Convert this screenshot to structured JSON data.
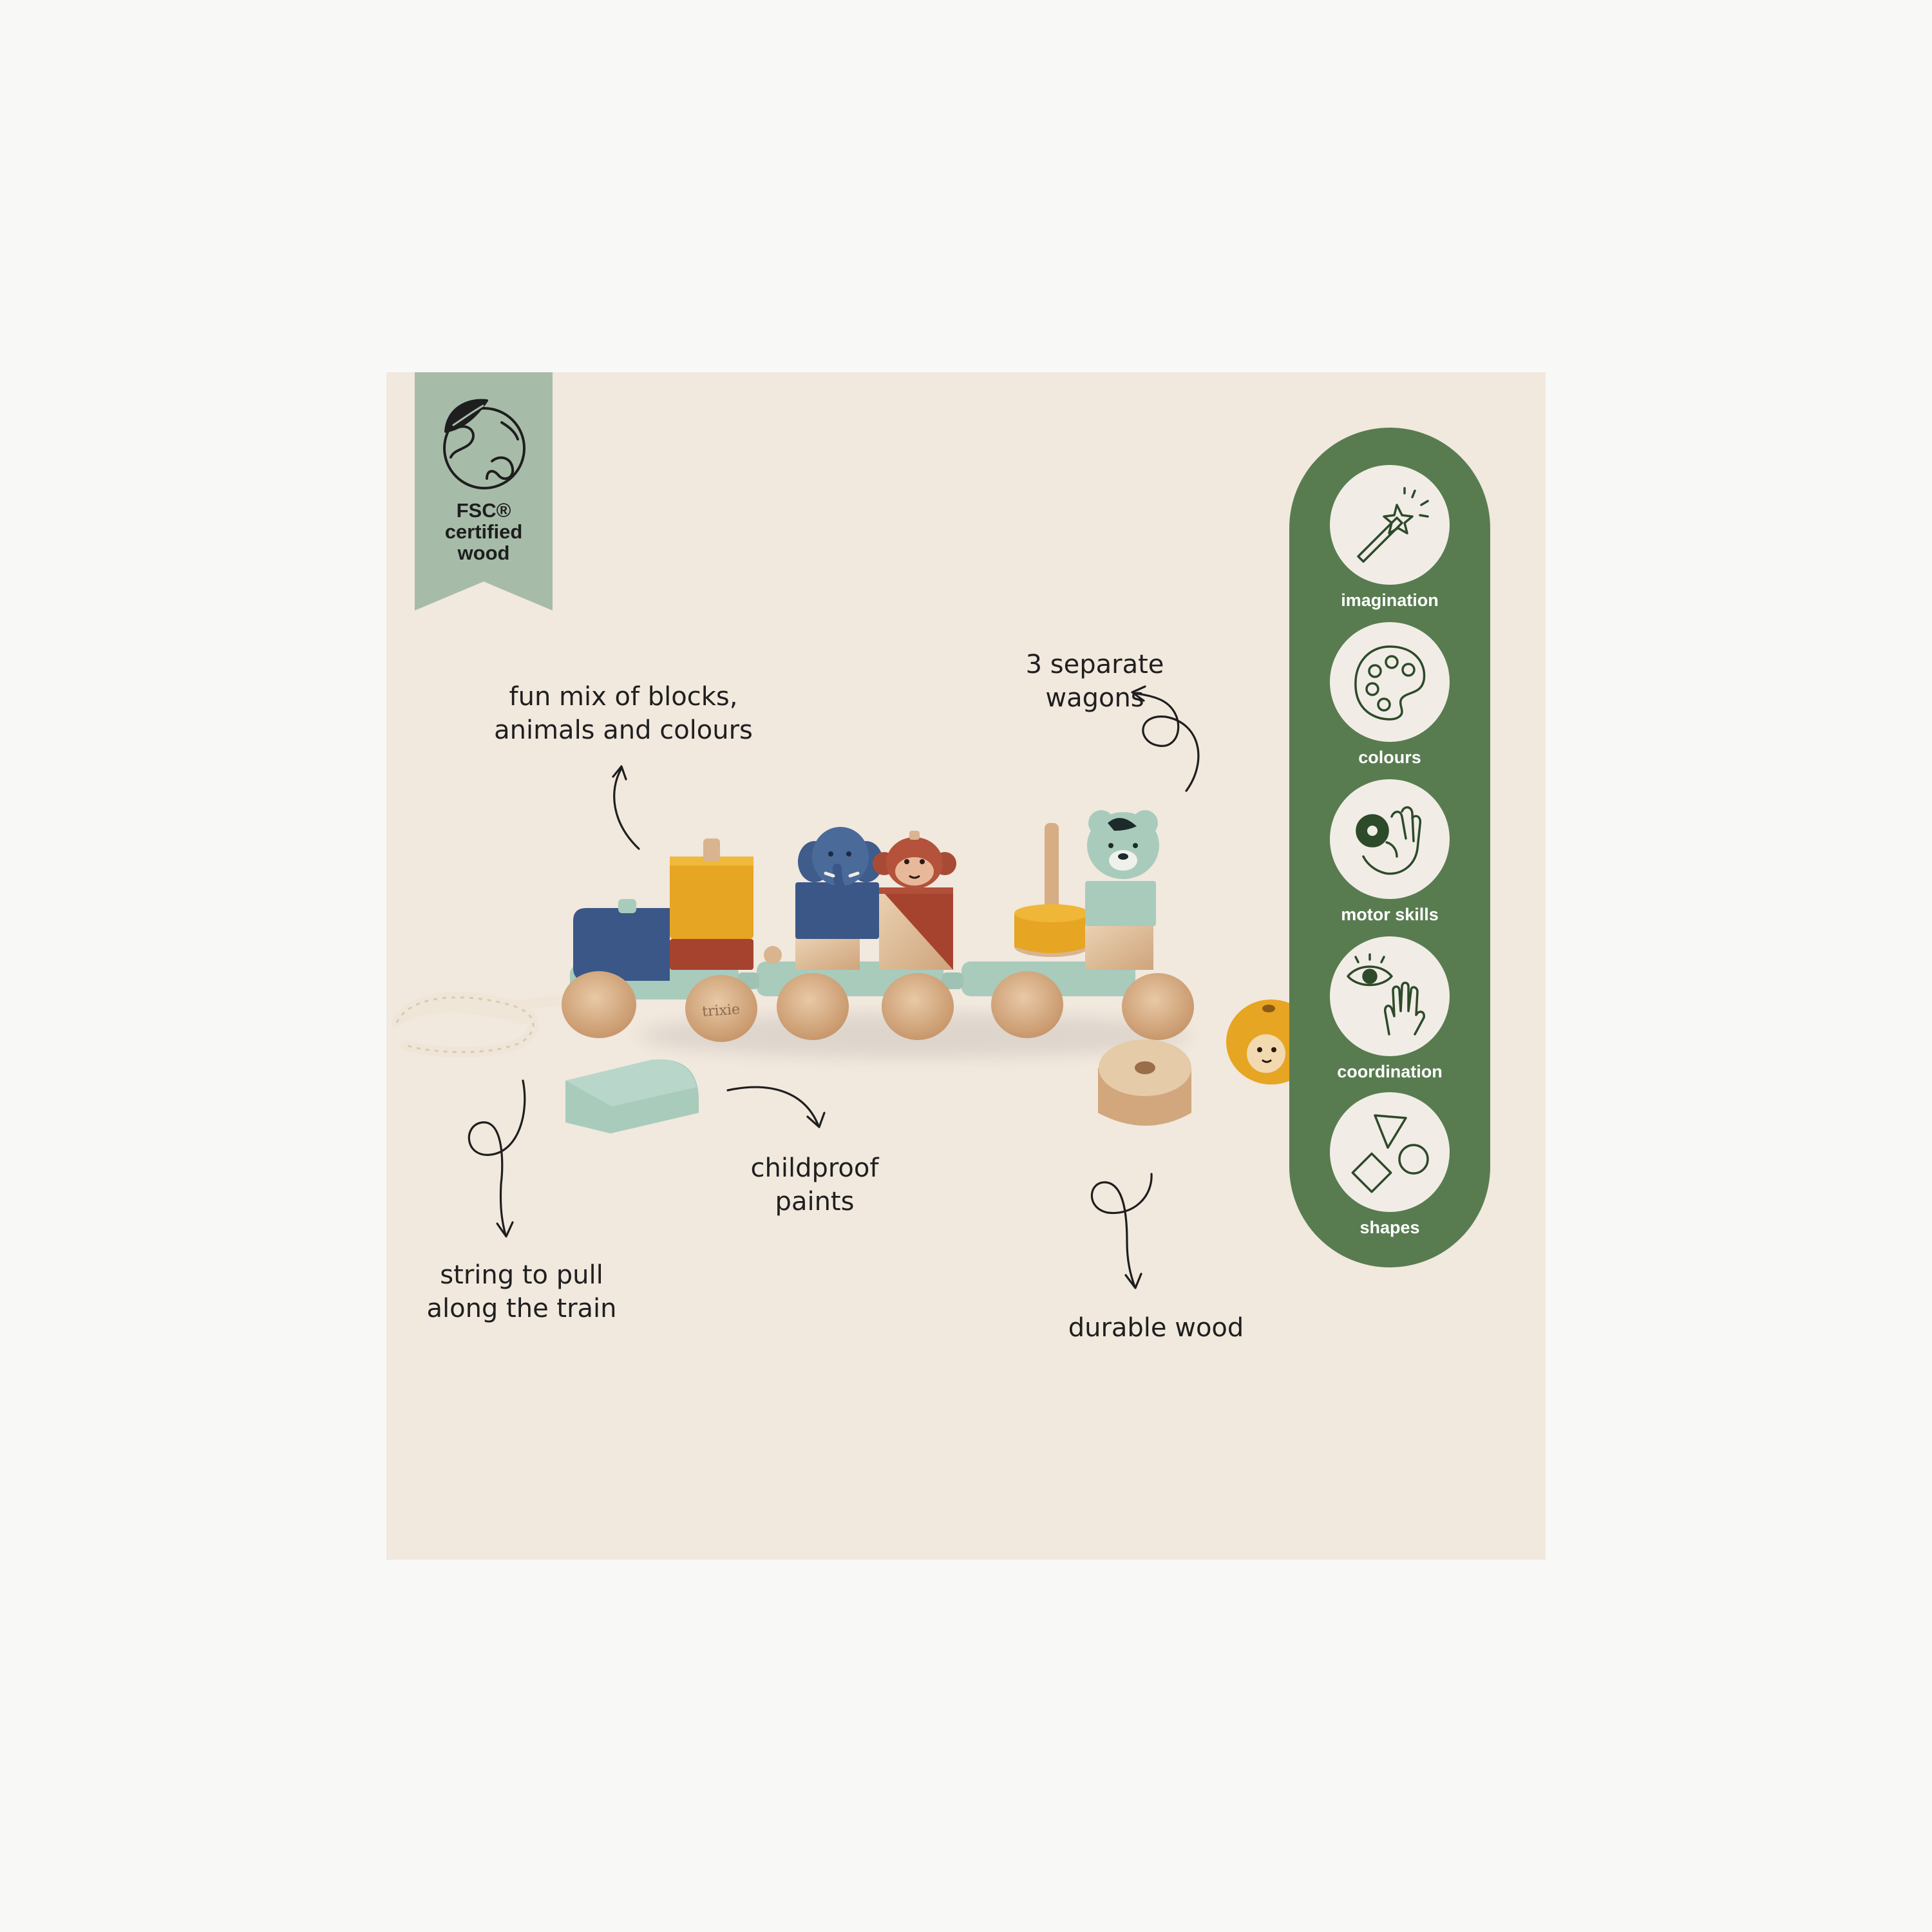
{
  "badge": {
    "lines": [
      "FSC®",
      "certified",
      "wood"
    ],
    "icon": "leaf-globe-icon",
    "color": "#a7bba9"
  },
  "annotations": {
    "mix": [
      "fun mix of blocks,",
      "animals and colours"
    ],
    "wagons": [
      "3 separate",
      "wagons"
    ],
    "string": [
      "string to pull",
      "along the train"
    ],
    "paints": [
      "childproof",
      "paints"
    ],
    "wood": "durable wood"
  },
  "wheel_brand": "trixie",
  "benefits": [
    {
      "label": "imagination",
      "icon": "magic-wand-icon"
    },
    {
      "label": "colours",
      "icon": "paint-palette-icon"
    },
    {
      "label": "motor skills",
      "icon": "hand-grabbing-ring-icon"
    },
    {
      "label": "coordination",
      "icon": "eye-hand-icon"
    },
    {
      "label": "shapes",
      "icon": "shapes-icon"
    }
  ],
  "colors": {
    "background": "#f1e8de",
    "panel": "#587c50",
    "navy": "#3a5787",
    "mustard": "#e6a522",
    "rust": "#a6432f",
    "mint": "#a9cbbf",
    "wood": "#d9b48f"
  }
}
